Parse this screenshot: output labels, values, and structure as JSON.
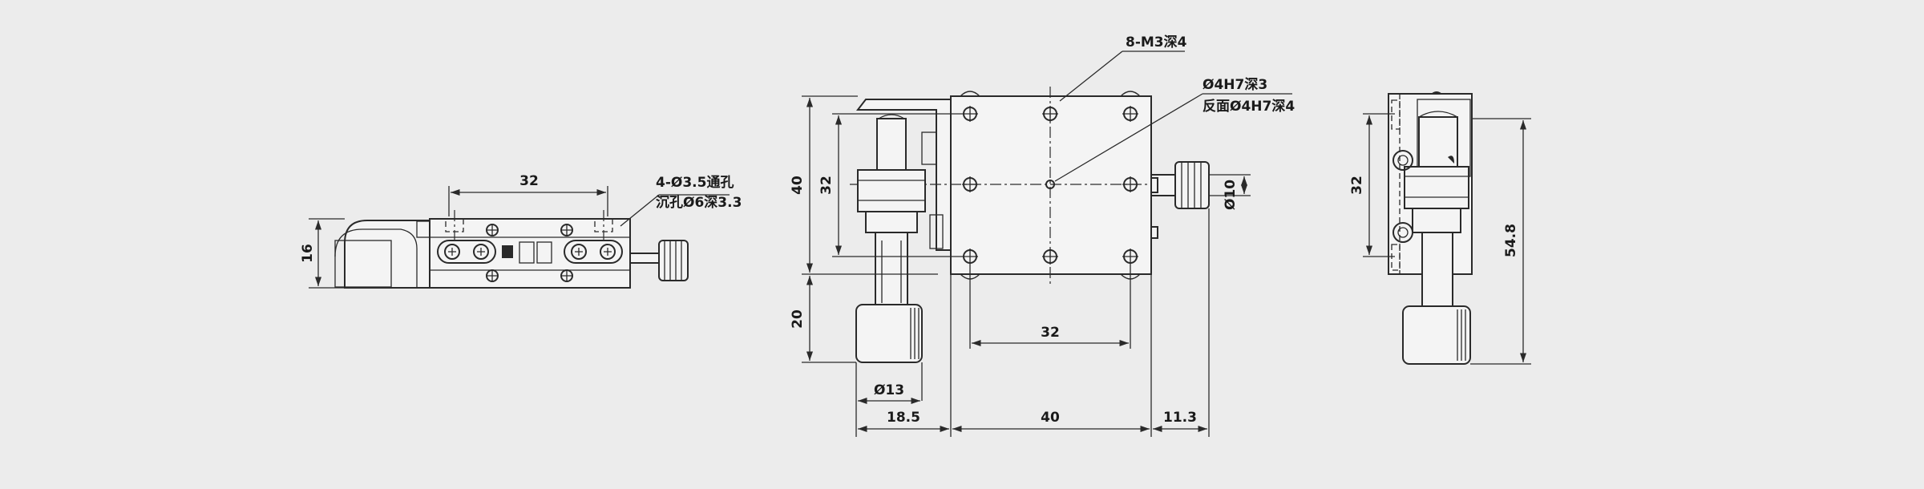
{
  "side_view": {
    "dim_width": "32",
    "dim_height": "16",
    "hole_callout_line1": "4-Ø3.5通孔",
    "hole_callout_line2": "沉孔Ø6深3.3"
  },
  "top_view": {
    "callout_m3": "8-M3深4",
    "callout_pin_line1": "Ø4H7深3",
    "callout_pin_line2": "反面Ø4H7深4",
    "dim_height_40": "40",
    "dim_height_32": "32",
    "dim_knob_20": "20",
    "dim_knob_dia": "Ø13",
    "dim_pitch_32": "32",
    "dim_18_5": "18.5",
    "dim_width_40": "40",
    "dim_11_3": "11.3",
    "dim_shaft_dia": "Ø10"
  },
  "end_view": {
    "dim_height_32": "32",
    "dim_total_54_8": "54.8"
  }
}
